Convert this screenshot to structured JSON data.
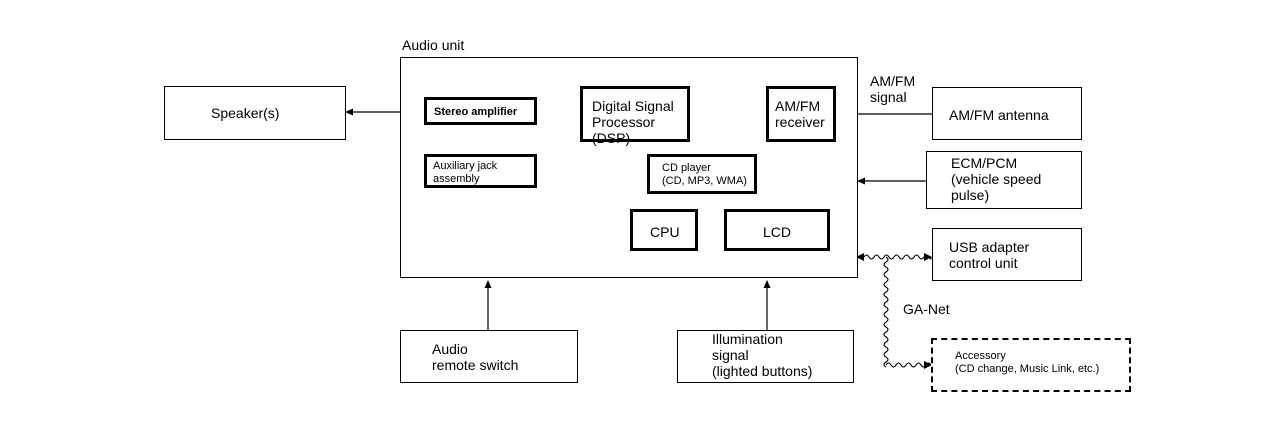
{
  "audio_unit": {
    "title": "Audio unit",
    "blocks": {
      "stereo_amplifier": "Stereo amplifier",
      "dsp": "Digital Signal\nProcessor (DSP)",
      "amfm_receiver": "AM/FM\nreceiver",
      "aux_jack": "Auxiliary jack\nassembly",
      "cd_player": "CD player\n(CD, MP3, WMA)",
      "cpu": "CPU",
      "lcd": "LCD"
    }
  },
  "external": {
    "speakers": "Speaker(s)",
    "amfm_antenna": "AM/FM antenna",
    "amfm_signal": "AM/FM\nsignal",
    "ecm_pcm": "ECM/PCM\n(vehicle speed\npulse)",
    "usb_adapter": "USB adapter\ncontrol unit",
    "ga_net": "GA-Net",
    "accessory": "Accessory\n(CD change, Music Link, etc.)",
    "audio_remote_switch": "Audio\nremote switch",
    "illumination_signal": "Illumination\nsignal\n(lighted buttons)"
  }
}
